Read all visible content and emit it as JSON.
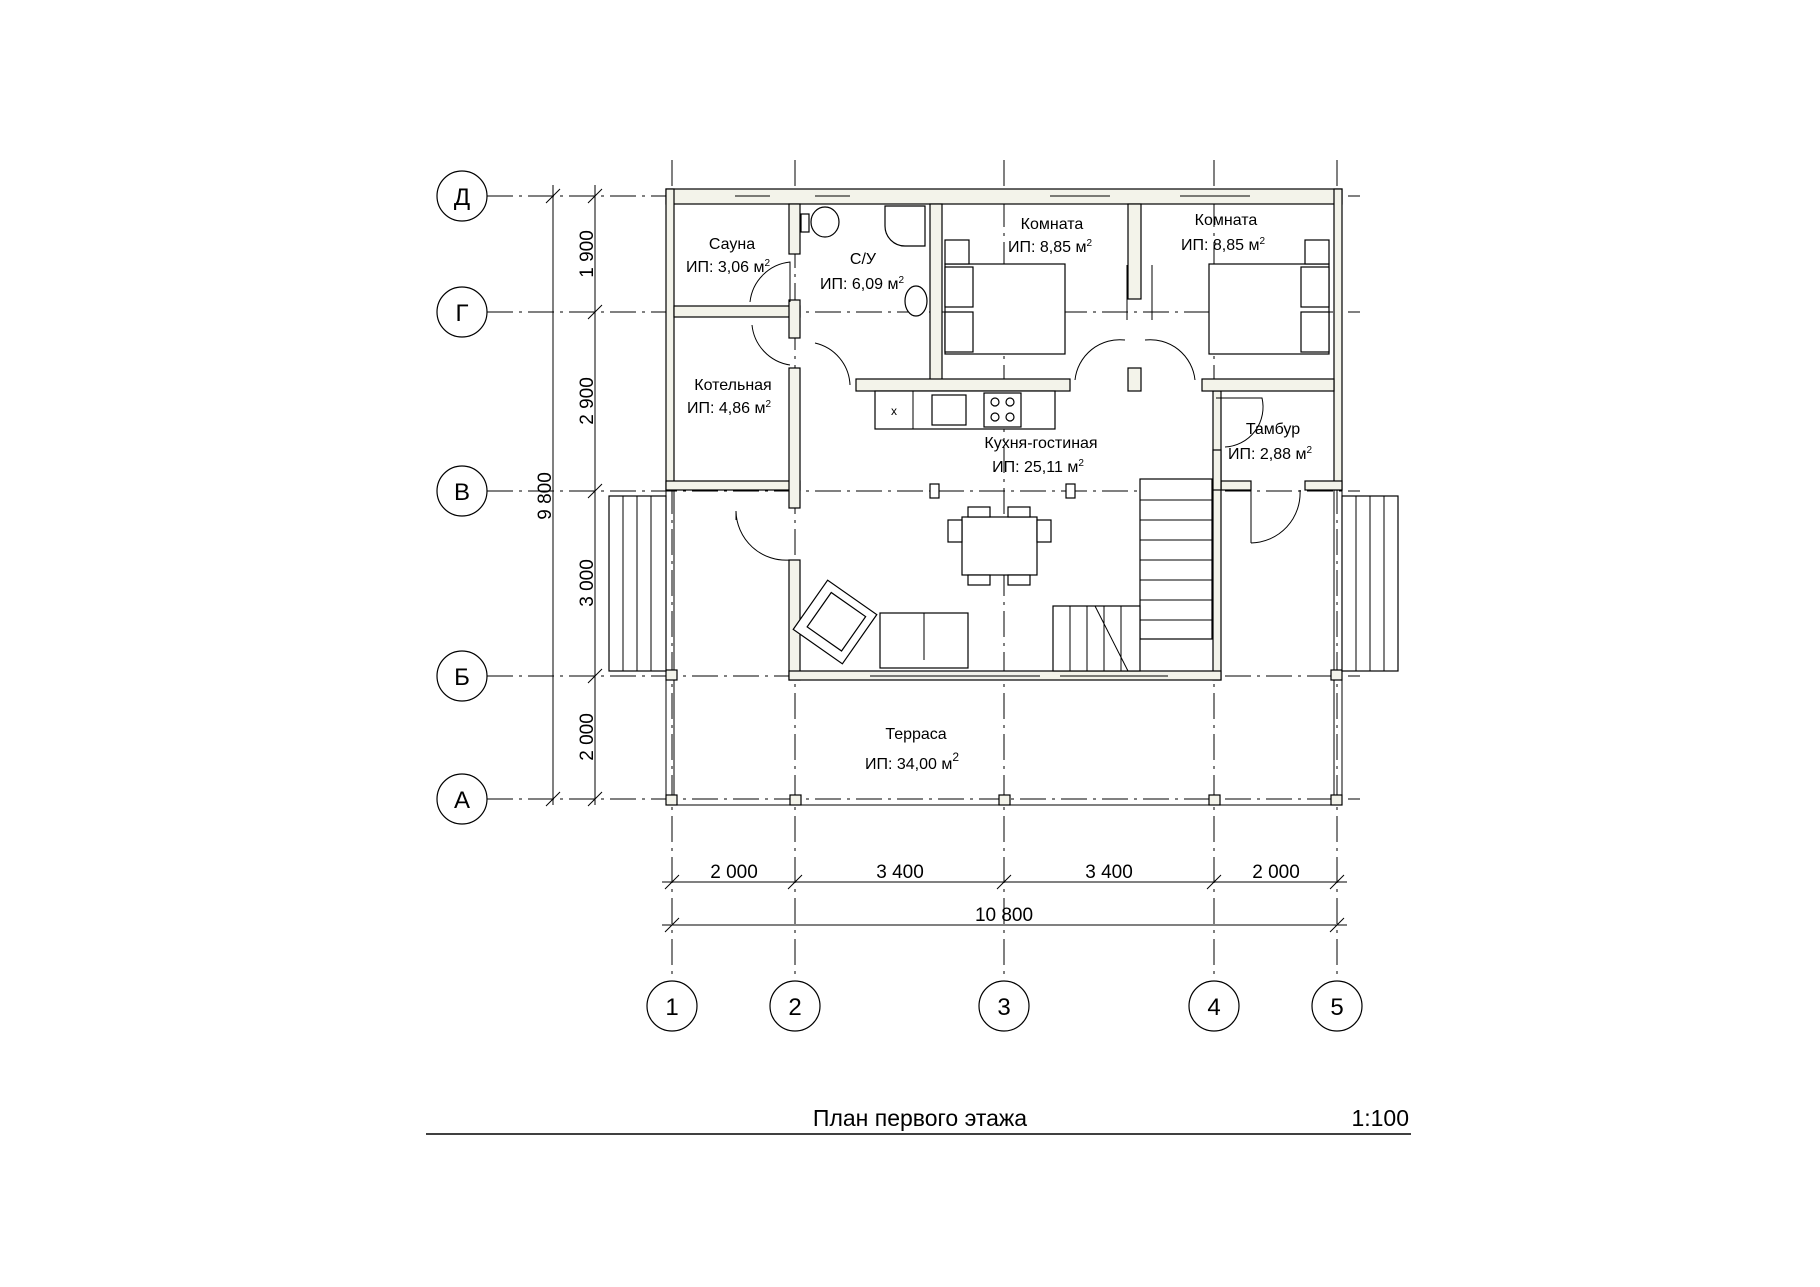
{
  "title": "План первого этажа",
  "scale": "1:100",
  "grid_rows": [
    "Д",
    "Г",
    "В",
    "Б",
    "А"
  ],
  "grid_cols": [
    "1",
    "2",
    "3",
    "4",
    "5"
  ],
  "dims_vertical": [
    "1 900",
    "2 900",
    "3 000",
    "2 000"
  ],
  "dim_vertical_total": "9 800",
  "dims_horizontal": [
    "2 000",
    "3 400",
    "3 400",
    "2 000"
  ],
  "dim_horizontal_total": "10 800",
  "area_unit": "м",
  "area_exp": "2",
  "rooms": [
    {
      "name": "Сауна",
      "area": "ИП: 3,06"
    },
    {
      "name": "С/У",
      "area": "ИП: 6,09"
    },
    {
      "name": "Комната",
      "area": "ИП: 8,85"
    },
    {
      "name": "Комната",
      "area": "ИП: 8,85"
    },
    {
      "name": "Котельная",
      "area": "ИП: 4,86"
    },
    {
      "name": "Тамбур",
      "area": "ИП: 2,88"
    },
    {
      "name": "Кухня-гостиная",
      "area": "ИП: 25,11"
    },
    {
      "name": "Терраса",
      "area": "ИП: 34,00"
    }
  ],
  "sink_mark": "x"
}
